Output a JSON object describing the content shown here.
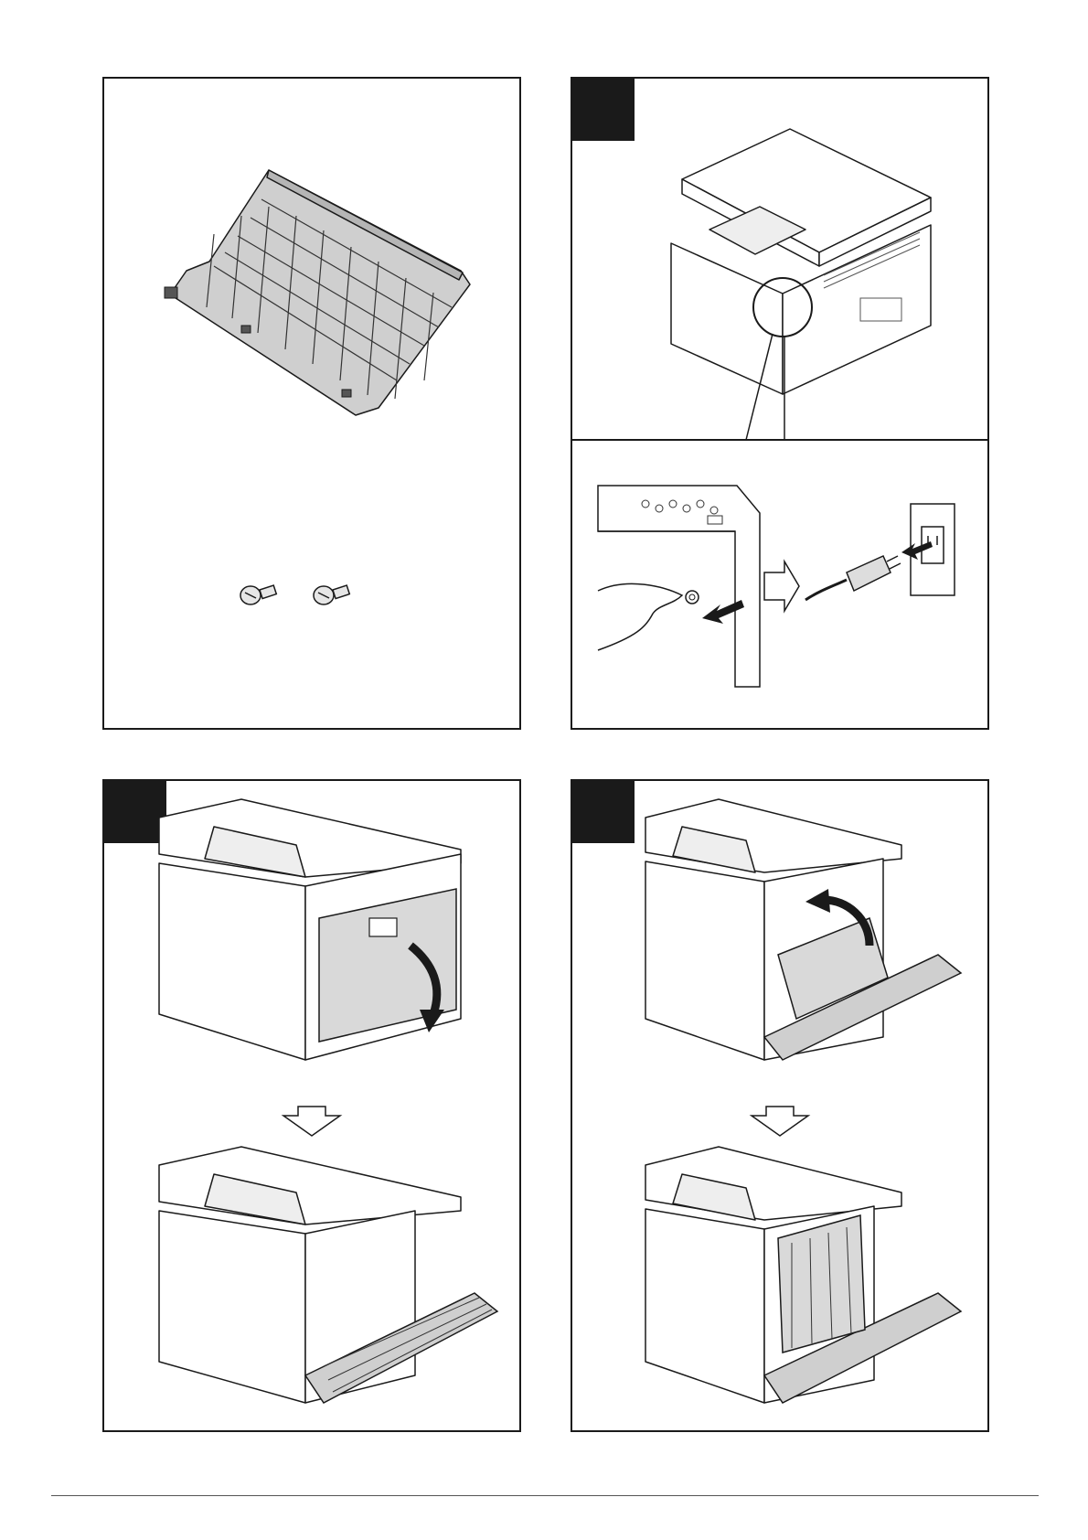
{
  "page": {
    "panels": [
      {
        "id": "contents",
        "step_label": "",
        "illustration": "duplex-unit-and-screws"
      },
      {
        "id": "step-1",
        "step_label": "",
        "illustration": "power-off-and-unplug"
      },
      {
        "id": "step-2",
        "step_label": "",
        "illustration": "open-right-cover"
      },
      {
        "id": "step-3",
        "step_label": "",
        "illustration": "lift-conveying-unit"
      }
    ],
    "icons": {
      "arrow_down": "down-arrow-icon",
      "arrow_right": "right-arrow-icon",
      "power_switch": "power-switch-icon",
      "plug": "power-plug-icon",
      "outlet": "wall-outlet-icon"
    },
    "colors": {
      "line": "#1a1a1a",
      "panel_fill": "#d9d9d9",
      "badge": "#1a1a1a"
    }
  }
}
